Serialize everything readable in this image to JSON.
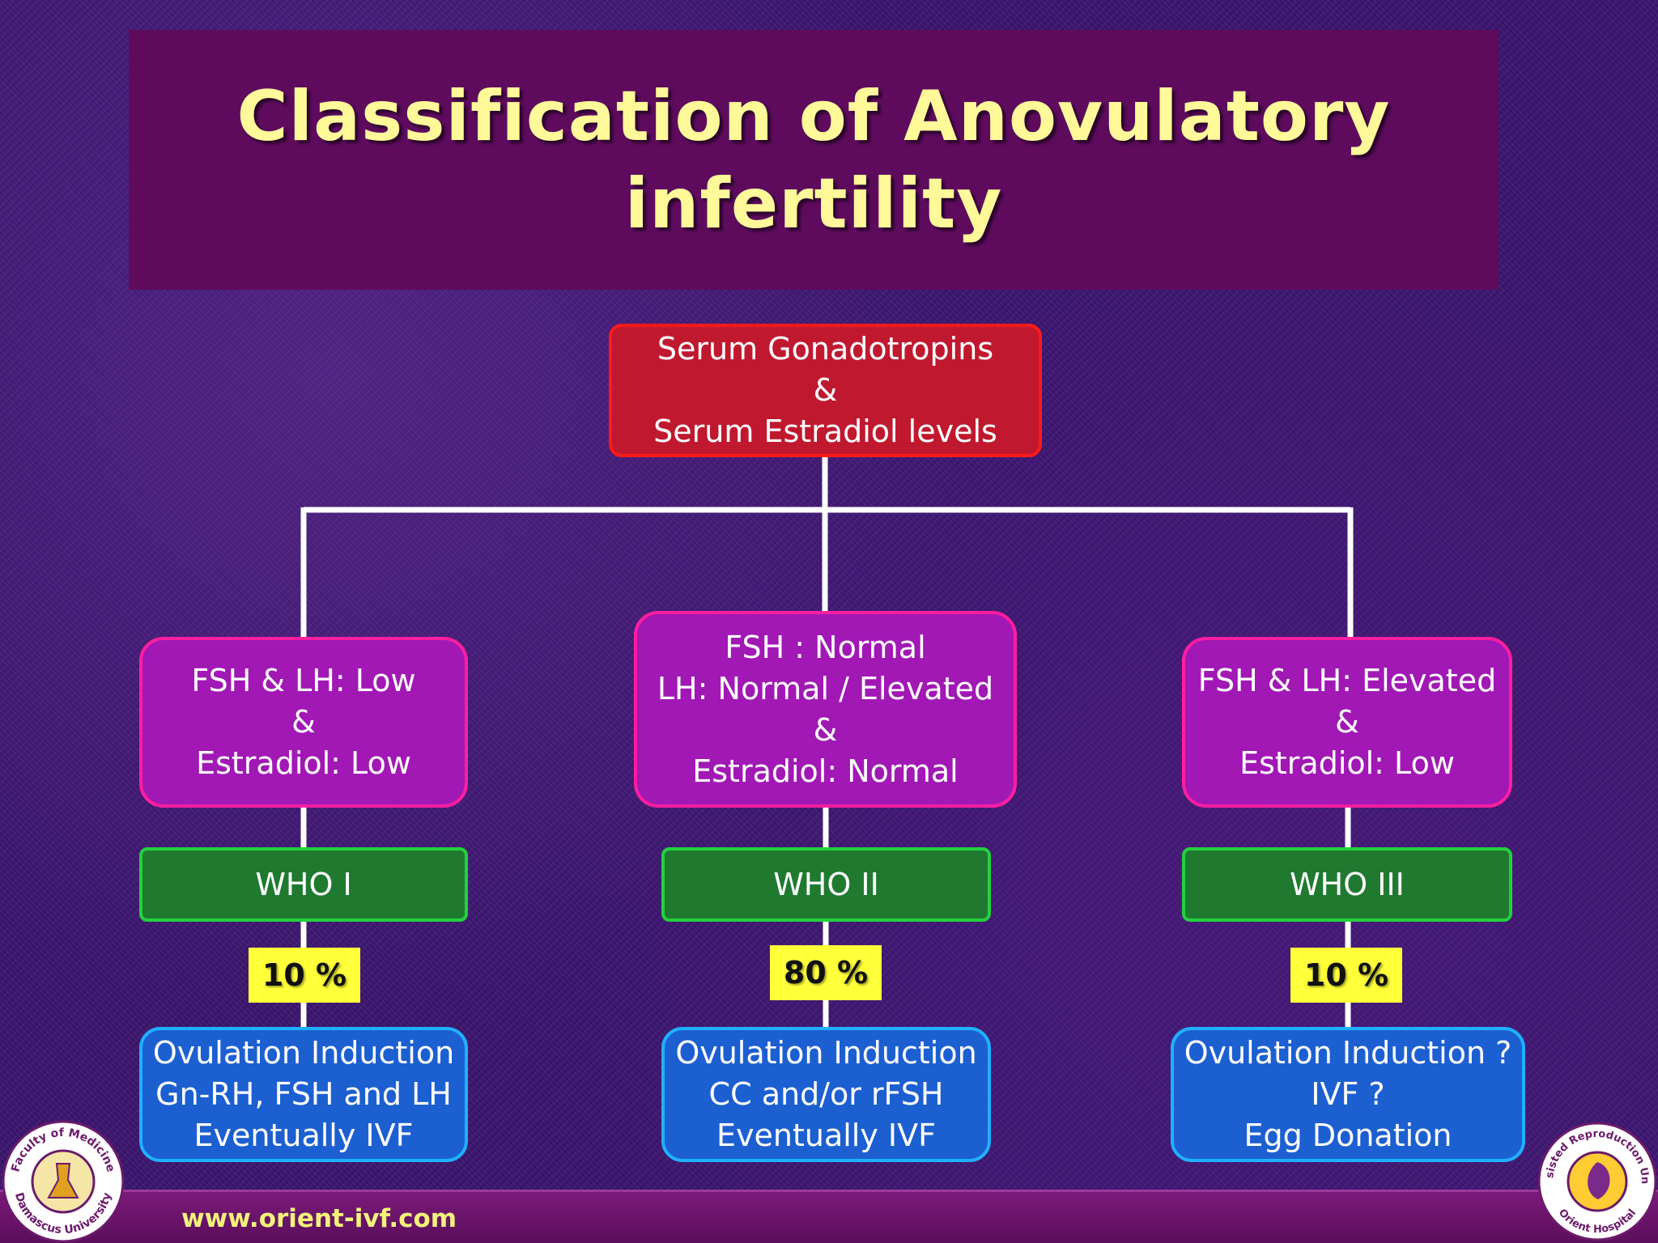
{
  "slide": {
    "title": "Classification of  Anovulatory\ninfertility",
    "footer_url": "www.orient-ivf.com",
    "logos": {
      "left": {
        "text_top": "Faculty of Medicine",
        "text_bottom": "Damascus University"
      },
      "right": {
        "text_top": "Assisted Reproduction Unit",
        "text_bottom": "Orient Hospital"
      }
    }
  },
  "diagram": {
    "root": "Serum Gonadotropins\n&\nSerum Estradiol levels",
    "branches": [
      {
        "criteria": "FSH & LH: Low\n&\nEstradiol: Low",
        "group": "WHO I",
        "percent": "10 %",
        "treatment": "Ovulation Induction\nGn-RH, FSH and LH\nEventually IVF"
      },
      {
        "criteria": "FSH : Normal\nLH: Normal / Elevated\n&\nEstradiol: Normal",
        "group": "WHO II",
        "percent": "80 %",
        "treatment": "Ovulation Induction\nCC and/or rFSH\nEventually IVF"
      },
      {
        "criteria": "FSH & LH: Elevated\n&\nEstradiol: Low",
        "group": "WHO III",
        "percent": "10 %",
        "treatment": "Ovulation Induction ?\nIVF ?\nEgg Donation"
      }
    ]
  },
  "colors": {
    "background": "#3b1670",
    "title_band": "#5e0b5e",
    "title_text": "#fff99a",
    "root_fill": "#c0192f",
    "criteria_fill": "#a118b5",
    "who_fill": "#1f7a30",
    "percent_fill": "#ffff3a",
    "treatment_fill": "#1c5fd1",
    "connector": "#ffffff"
  }
}
